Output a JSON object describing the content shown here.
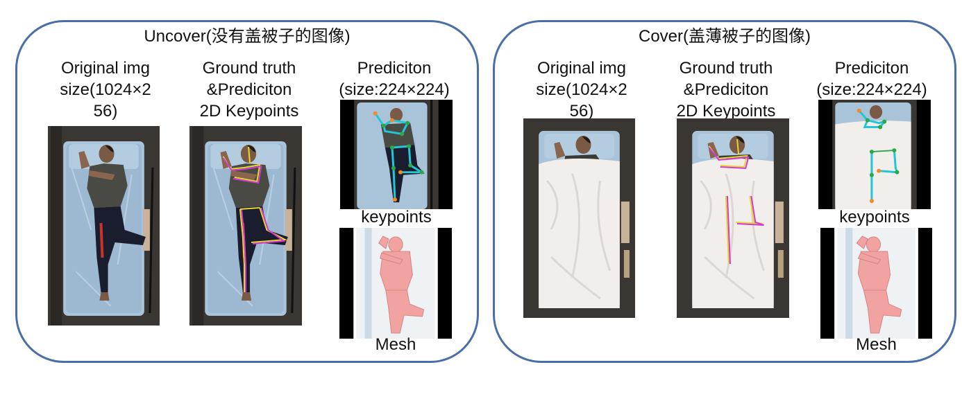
{
  "uncover": {
    "title": "Uncover(没有盖被子的图像)",
    "col1_label": "Original img\nsize(1024×2\n56)",
    "col2_label": "Ground truth\n&Prediciton\n2D Keypoints",
    "col3_label": "Prediciton\n(size:224×224)",
    "keypoints_label": "keypoints",
    "mesh_label": "Mesh"
  },
  "cover": {
    "title": "Cover(盖薄被子的图像)",
    "col1_label": "Original img\nsize(1024×2\n56)",
    "col2_label": "Ground truth\n&Prediciton\n2D Keypoints",
    "col3_label": "Prediciton\n(size:224×224)",
    "keypoints_label": "keypoints",
    "mesh_label": "Mesh"
  },
  "colors": {
    "panel_border": "#4a6ea8",
    "mattress": "#a9c3d9",
    "floor": "#3a3632",
    "blanket": "#f1eeec",
    "mesh": "#f0a3a0",
    "gt_line": "#e5d630",
    "pred_line": "#d23ad2",
    "kp_limb": "#22c6d6",
    "kp_joint": "#2aa84a",
    "kp_joint_alt": "#f08a2a"
  }
}
